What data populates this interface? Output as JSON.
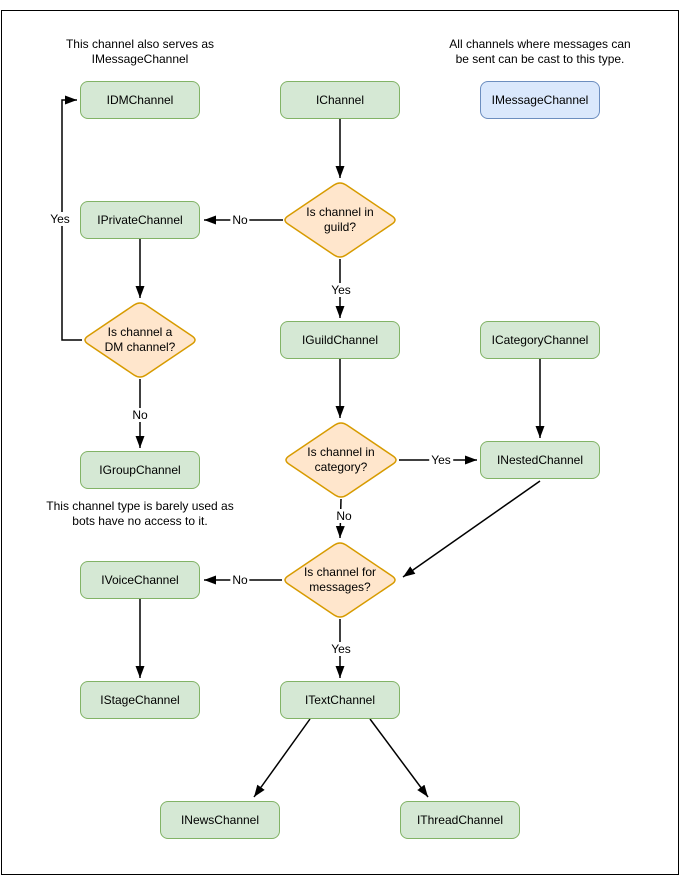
{
  "nodes": {
    "idm": {
      "label": "IDMChannel"
    },
    "ichannel": {
      "label": "IChannel"
    },
    "imessage": {
      "label": "IMessageChannel"
    },
    "iprivate": {
      "label": "IPrivateChannel"
    },
    "iguild": {
      "label": "IGuildChannel"
    },
    "icategory": {
      "label": "ICategoryChannel"
    },
    "igroup": {
      "label": "IGroupChannel"
    },
    "inested": {
      "label": "INestedChannel"
    },
    "ivoice": {
      "label": "IVoiceChannel"
    },
    "istage": {
      "label": "IStageChannel"
    },
    "itext": {
      "label": "ITextChannel"
    },
    "inews": {
      "label": "INewsChannel"
    },
    "ithread": {
      "label": "IThreadChannel"
    }
  },
  "decisions": {
    "in_guild": {
      "label": "Is channel in\nguild?"
    },
    "is_dm": {
      "label": "Is channel a\nDM channel?"
    },
    "in_category": {
      "label": "Is channel in\ncategory?"
    },
    "for_messages": {
      "label": "Is channel for\nmessages?"
    }
  },
  "edge_labels": {
    "guild_no": "No",
    "guild_yes": "Yes",
    "dm_yes": "Yes",
    "dm_no": "No",
    "category_yes": "Yes",
    "category_no": "No",
    "messages_no": "No",
    "messages_yes": "Yes"
  },
  "annotations": {
    "dm_note": "This channel also serves as\nIMessageChannel",
    "message_note": "All channels where messages can\nbe sent can be cast to this type.",
    "group_note": "This channel type is barely used as\nbots have no access to it."
  },
  "colors": {
    "node_fill": "#d5e8d4",
    "node_stroke": "#82b366",
    "decision_fill": "#ffe6cc",
    "decision_stroke": "#d79b00",
    "highlight_fill": "#dae8fc",
    "highlight_stroke": "#6c8ebf",
    "edge_stroke": "#000000"
  }
}
